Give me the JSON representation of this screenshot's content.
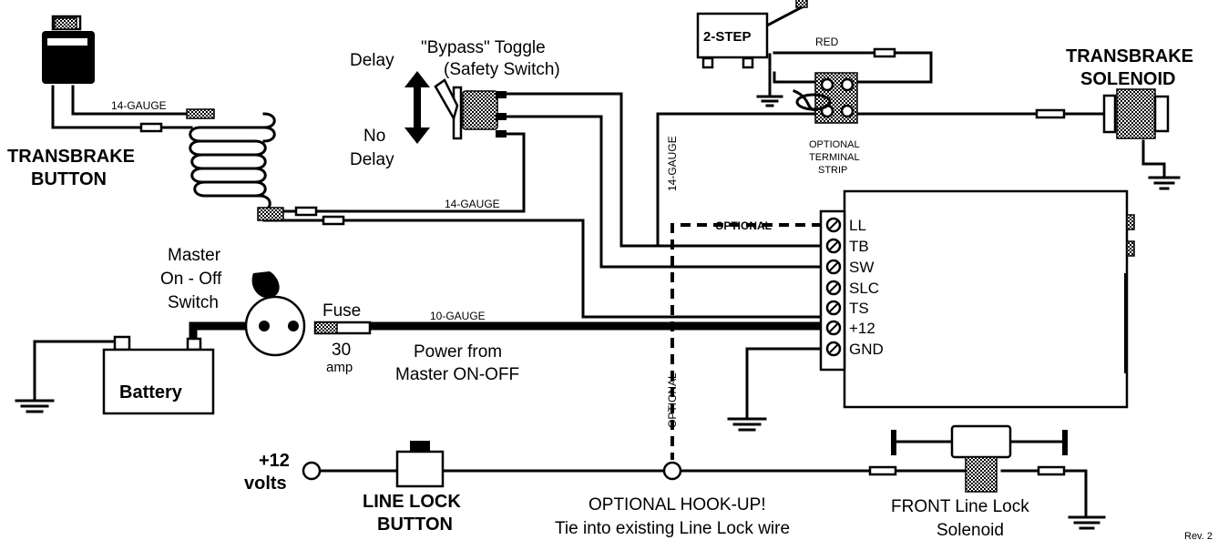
{
  "labels": {
    "transbrake_button": [
      "TRANSBRAKE",
      "BUTTON"
    ],
    "bypass_toggle": [
      "\"Bypass\" Toggle",
      "(Safety Switch)"
    ],
    "delay": "Delay",
    "no_delay": [
      "No",
      "Delay"
    ],
    "two_step": "2-STEP",
    "red": "RED",
    "transbrake_solenoid": [
      "TRANSBRAKE",
      "SOLENOID"
    ],
    "gauge_14_button": "14-GAUGE",
    "gauge_14_mid": "14-GAUGE",
    "gauge_14_vertical": "14-GAUGE",
    "terminal_strip": [
      "OPTIONAL",
      "TERMINAL",
      "STRIP"
    ],
    "optional_dash": "OPTIONAL",
    "optional_vertical": "OPTIONAL",
    "master_switch": [
      "Master",
      "On - Off",
      "Switch"
    ],
    "fuse": "Fuse",
    "fuse_rating": [
      "30",
      "amp"
    ],
    "gauge_10": "10-GAUGE",
    "power_from": [
      "Power from",
      "Master ON-OFF"
    ],
    "battery": "Battery",
    "plus12_volts": [
      "+12",
      "volts"
    ],
    "line_lock_button": [
      "LINE LOCK",
      "BUTTON"
    ],
    "optional_hookup": [
      "OPTIONAL HOOK-UP!",
      "Tie into existing Line Lock wire"
    ],
    "front_line_lock": [
      "FRONT Line Lock",
      "Solenoid"
    ],
    "rev": "Rev. 2"
  },
  "terminals": [
    "LL",
    "TB",
    "SW",
    "SLC",
    "TS",
    "+12",
    "GND"
  ]
}
